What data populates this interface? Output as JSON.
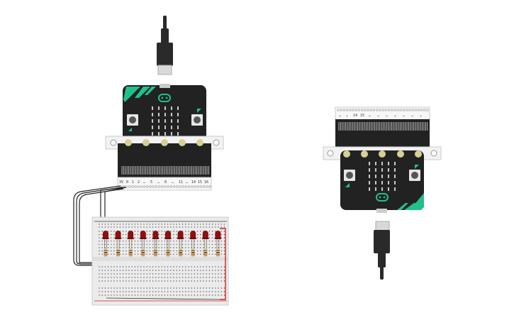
{
  "colors": {
    "board": "#222222",
    "accent": "#21bf8c",
    "led_red": "#8e0f0f",
    "led_matrix": "#c8c8c8",
    "gold": "#d8cf97",
    "cable": "#2a2a2a",
    "breadboard": "#ebebeb",
    "rail_red": "#cc2222",
    "rail_black": "#333333"
  },
  "icons": [
    "usb-cable-icon",
    "button-a-icon",
    "button-b-icon",
    "logo-icon"
  ],
  "edge_connector_1": {
    "labels": [
      "3V",
      "0",
      "1",
      "2",
      "…",
      "5",
      "…",
      "8",
      "…",
      "11",
      "…",
      "14",
      "15",
      "16"
    ]
  },
  "edge_connector_2": {
    "labels": [
      "…",
      "…",
      "14",
      "15",
      "…",
      "…",
      "…",
      "…",
      "…",
      "…",
      "…"
    ]
  },
  "breadboard": {
    "led_count": 10
  }
}
